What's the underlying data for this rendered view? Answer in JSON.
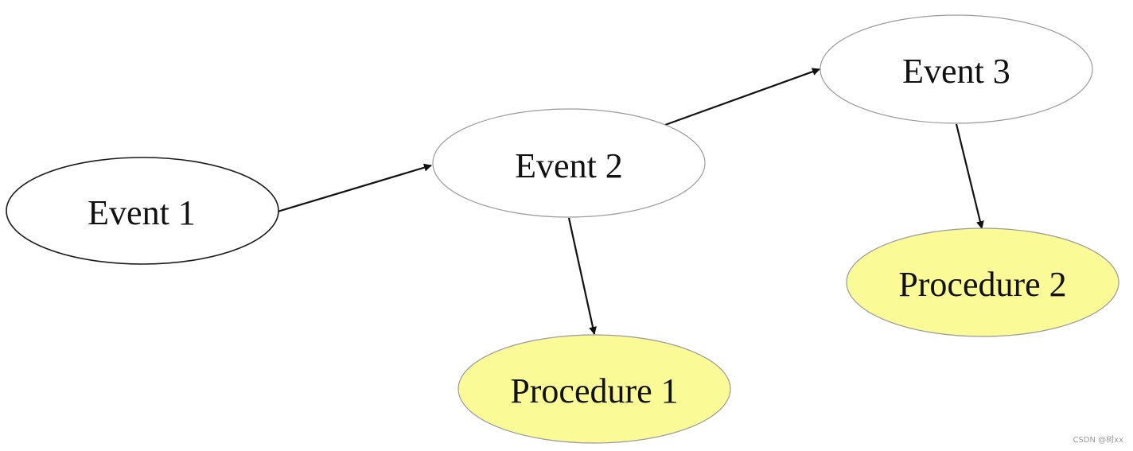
{
  "diagram": {
    "nodes": [
      {
        "id": "event1",
        "label": "Event 1",
        "kind": "event",
        "fill": "#ffffff",
        "stroke": "#1a1a1a"
      },
      {
        "id": "event2",
        "label": "Event 2",
        "kind": "event",
        "fill": "#ffffff",
        "stroke": "#9a9a9a"
      },
      {
        "id": "event3",
        "label": "Event 3",
        "kind": "event",
        "fill": "#ffffff",
        "stroke": "#9a9a9a"
      },
      {
        "id": "procedure1",
        "label": "Procedure 1",
        "kind": "procedure",
        "fill": "#fafa96",
        "stroke": "#9a9a9a"
      },
      {
        "id": "procedure2",
        "label": "Procedure 2",
        "kind": "procedure",
        "fill": "#fafa96",
        "stroke": "#9a9a9a"
      }
    ],
    "edges": [
      {
        "from": "event1",
        "to": "event2"
      },
      {
        "from": "event2",
        "to": "event3"
      },
      {
        "from": "event2",
        "to": "procedure1"
      },
      {
        "from": "event3",
        "to": "procedure2"
      }
    ]
  },
  "watermark": "CSDN @树xx"
}
